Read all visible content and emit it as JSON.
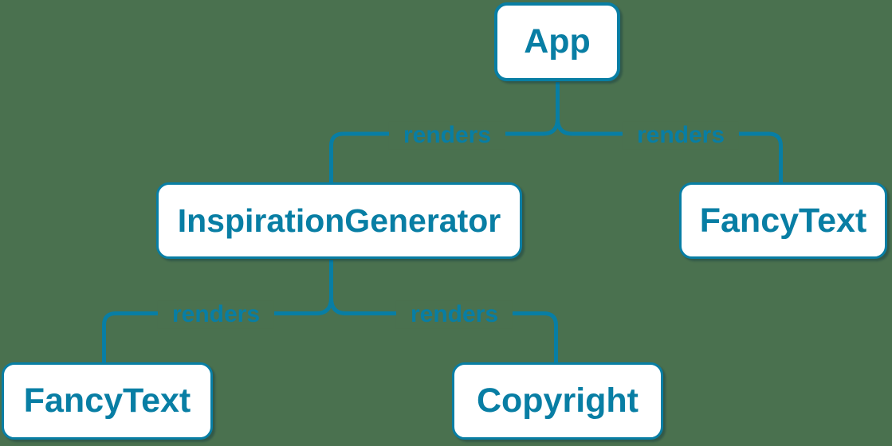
{
  "page": {
    "background_color": "#4a714f",
    "accent_color": "#087ea4",
    "node_fill_color": "#ffffff"
  },
  "diagram": {
    "type": "component-render-tree",
    "nodes": [
      {
        "id": "app",
        "label": "App"
      },
      {
        "id": "inspiration-generator",
        "label": "InspirationGenerator"
      },
      {
        "id": "fancy-text-top",
        "label": "FancyText"
      },
      {
        "id": "fancy-text-bottom",
        "label": "FancyText"
      },
      {
        "id": "copyright",
        "label": "Copyright"
      }
    ],
    "edges": [
      {
        "from": "App",
        "to": "InspirationGenerator",
        "label": "renders"
      },
      {
        "from": "App",
        "to": "FancyText",
        "label": "renders"
      },
      {
        "from": "InspirationGenerator",
        "to": "FancyText",
        "label": "renders"
      },
      {
        "from": "InspirationGenerator",
        "to": "Copyright",
        "label": "renders"
      }
    ]
  }
}
